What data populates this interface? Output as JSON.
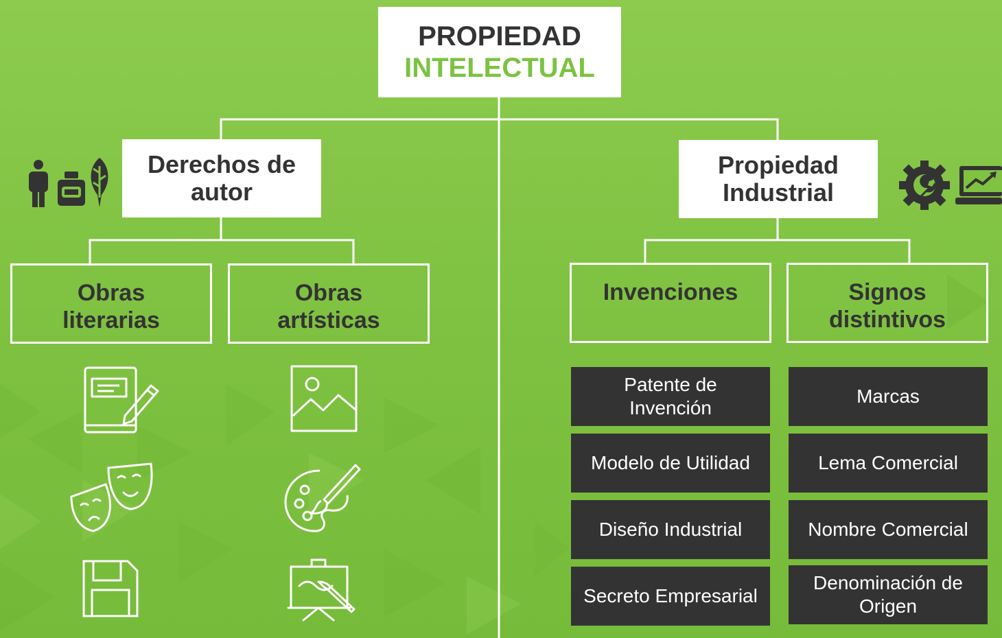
{
  "root": {
    "line1": "PROPIEDAD",
    "line2": "INTELECTUAL",
    "accent": "#7cc242"
  },
  "left": {
    "title": [
      "Derechos de",
      "autor"
    ],
    "children": [
      {
        "label": [
          "Obras",
          "literarias"
        ],
        "icons": [
          "book-pencil-icon",
          "theater-masks-icon",
          "floppy-disk-icon"
        ]
      },
      {
        "label": [
          "Obras",
          "artísticas"
        ],
        "icons": [
          "image-icon",
          "paint-palette-icon",
          "easel-painting-icon"
        ]
      }
    ],
    "header_icons": [
      "person-icon",
      "ink-bottle-icon",
      "feather-quill-icon"
    ]
  },
  "right": {
    "title": [
      "Propiedad",
      "Industrial"
    ],
    "children": [
      {
        "label": [
          "Invenciones"
        ],
        "items": [
          [
            "Patente de",
            "Invención"
          ],
          [
            "Modelo de Utilidad"
          ],
          [
            "Diseño Industrial"
          ],
          [
            "Secreto Empresarial"
          ]
        ]
      },
      {
        "label": [
          "Signos",
          "distintivos"
        ],
        "items": [
          [
            "Marcas"
          ],
          [
            "Lema Comercial"
          ],
          [
            "Nombre Comercial"
          ],
          [
            "Denominación de",
            "Origen"
          ]
        ]
      }
    ],
    "header_icons": [
      "gear-wrench-icon",
      "laptop-chart-icon"
    ]
  },
  "colors": {
    "background": "#80c242",
    "dark_box": "#333333",
    "text_dark": "#333333",
    "white": "#ffffff"
  }
}
